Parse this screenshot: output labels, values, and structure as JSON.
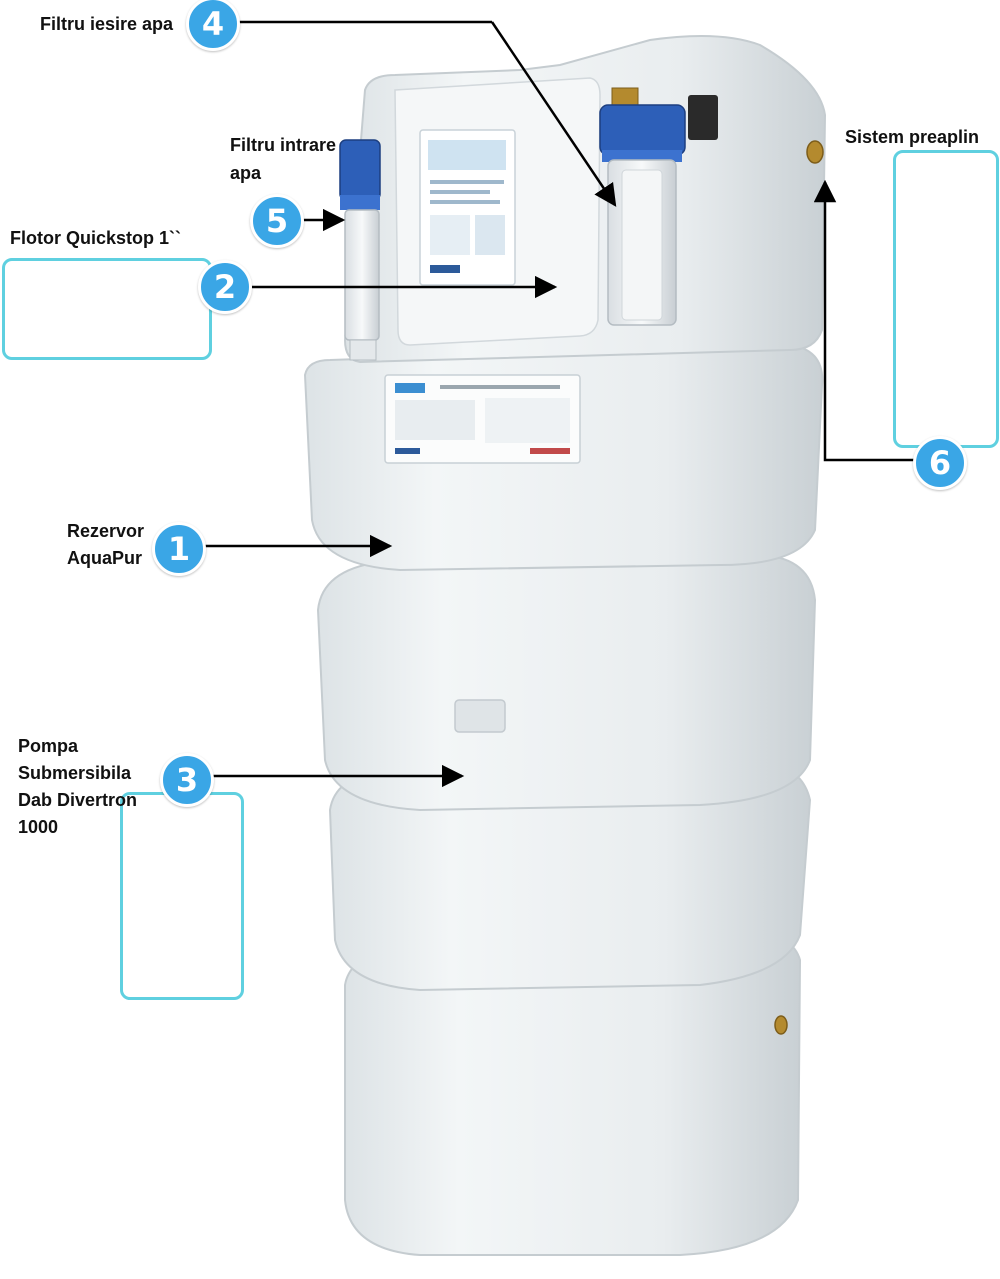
{
  "labels": {
    "filtru_iesire": "Filtru iesire apa",
    "filtru_intrare_line1": "Filtru intrare",
    "filtru_intrare_line2": "apa",
    "flotor": "Flotor Quickstop 1``",
    "sistem_preaplin": "Sistem preaplin",
    "rezervor_line1": "Rezervor",
    "rezervor_line2": "AquaPur",
    "pompa_line1": "Pompa",
    "pompa_line2": "Submersibila",
    "pompa_line3": "Dab Divertron",
    "pompa_line4": "1000"
  },
  "badges": {
    "b1": "1",
    "b2": "2",
    "b3": "3",
    "b4": "4",
    "b5": "5",
    "b6": "6"
  },
  "colors": {
    "badge": "#3aa6e6",
    "inset_border": "#5fd0e0",
    "arrow": "#000000",
    "tank": "#eef1f2",
    "filter_cap": "#2d5fb8"
  }
}
